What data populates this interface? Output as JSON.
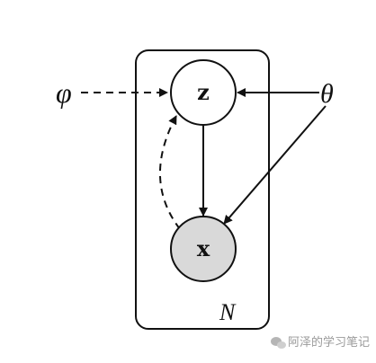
{
  "nodes": {
    "z": {
      "label": "z",
      "observed": false
    },
    "x": {
      "label": "x",
      "observed": true
    }
  },
  "params": {
    "phi": "φ",
    "theta": "θ"
  },
  "plate": {
    "label": "N"
  },
  "watermark": {
    "text": "阿泽的学习笔记",
    "icon": "wechat-icon"
  },
  "colors": {
    "observed_fill": "#d9d9d9",
    "latent_fill": "#ffffff",
    "stroke": "#111111"
  }
}
